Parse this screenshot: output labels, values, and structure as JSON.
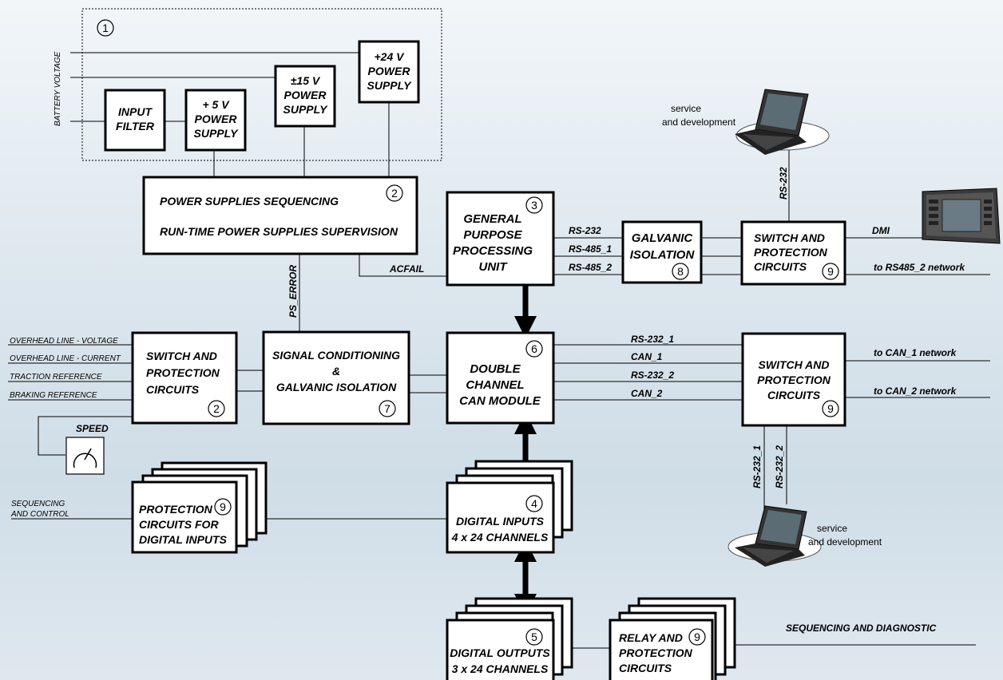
{
  "power_group": {
    "num": "1",
    "battery_voltage": "BATTERY VOLTAGE",
    "input_filter": [
      "INPUT",
      "FILTER"
    ],
    "ps5": [
      "+ 5 V",
      "POWER",
      "SUPPLY"
    ],
    "ps15": [
      "±15 V",
      "POWER",
      "SUPPLY"
    ],
    "ps24": [
      "+24 V",
      "POWER",
      "SUPPLY"
    ]
  },
  "sequencing": {
    "num": "2",
    "line1": "POWER SUPPLIES SEQUENCING",
    "line2": "RUN-TIME POWER SUPPLIES SUPERVISION"
  },
  "gppu": {
    "num": "3",
    "lines": [
      "GENERAL",
      "PURPOSE",
      "PROCESSING",
      "UNIT"
    ]
  },
  "galvanic": {
    "num": "8",
    "lines": [
      "GALVANIC",
      "ISOLATION"
    ]
  },
  "switch_top": {
    "num": "9",
    "lines": [
      "SWITCH AND",
      "PROTECTION",
      "CIRCUITS"
    ]
  },
  "switch_left": {
    "num": "2",
    "lines": [
      "SWITCH AND",
      "PROTECTION",
      "CIRCUITS"
    ]
  },
  "signal_cond": {
    "num": "7",
    "lines": [
      "SIGNAL CONDITIONING",
      "&",
      "GALVANIC ISOLATION"
    ]
  },
  "can_module": {
    "num": "6",
    "lines": [
      "DOUBLE",
      "CHANNEL",
      "CAN MODULE"
    ]
  },
  "switch_right": {
    "num": "9",
    "lines": [
      "SWITCH AND",
      "PROTECTION",
      "CIRCUITS"
    ]
  },
  "prot_digital": {
    "num": "9",
    "lines": [
      "PROTECTION",
      "CIRCUITS FOR",
      "DIGITAL INPUTS"
    ]
  },
  "digital_inputs": {
    "num": "4",
    "lines": [
      "DIGITAL INPUTS",
      "4 x 24 CHANNELS"
    ]
  },
  "digital_outputs": {
    "num": "5",
    "lines": [
      "DIGITAL OUTPUTS",
      "3 x 24 CHANNELS"
    ]
  },
  "relay": {
    "num": "9",
    "lines": [
      "RELAY AND",
      "PROTECTION",
      "CIRCUITS"
    ]
  },
  "signals": {
    "acfail": "ACFAIL",
    "ps_error": "PS_ERROR",
    "rs232": "RS-232",
    "rs485_1": "RS-485_1",
    "rs485_2": "RS-485_2",
    "rs232_vert": "RS-232",
    "dmi": "DMI",
    "to_rs485": "to RS485_2 network",
    "rs232_1": "RS-232_1",
    "can_1": "CAN_1",
    "rs232_2": "RS-232_2",
    "can_2": "CAN_2",
    "to_can1": "to CAN_1 network",
    "to_can2": "to CAN_2 network",
    "rs232_1_vert": "RS-232_1",
    "rs232_2_vert": "RS-232_2",
    "overhead_voltage": "OVERHEAD LINE - VOLTAGE",
    "overhead_current": "OVERHEAD LINE - CURRENT",
    "traction_ref": "TRACTION REFERENCE",
    "braking_ref": "BRAKING REFERENCE",
    "speed": "SPEED",
    "seq_control": [
      "SEQUENCING",
      "AND CONTROL"
    ],
    "seq_diag": "SEQUENCING AND DIAGNOSTIC"
  },
  "laptop_top": [
    "service",
    "and development"
  ],
  "laptop_bottom": [
    "service",
    "and development"
  ],
  "icons": [
    "laptop-icon",
    "dmi-display-icon",
    "speed-gauge-icon"
  ]
}
